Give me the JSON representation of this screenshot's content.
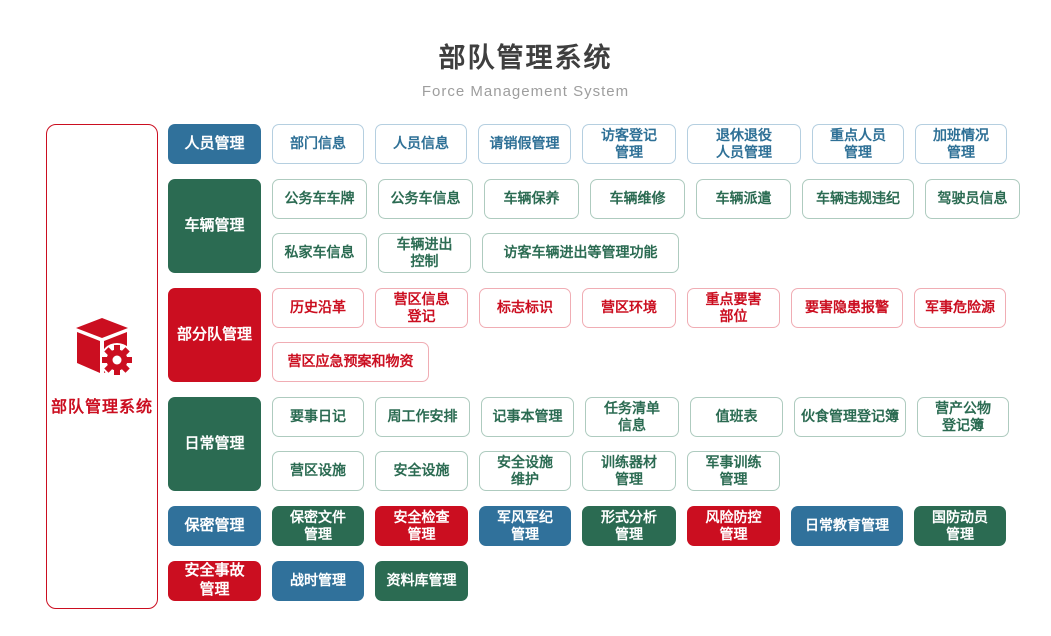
{
  "page": {
    "title": "部队管理系统",
    "subtitle": "Force Management System"
  },
  "colors": {
    "blue": "#30719B",
    "green": "#2B6B52",
    "red": "#CB0E20",
    "outline_blue_border": "#B5CFE0",
    "outline_green_border": "#AECBBF",
    "outline_red_border": "#F0ADB4",
    "title_text": "#3F3F3F",
    "subtitle_text": "#9E9E9E"
  },
  "system_panel": {
    "label": "部队管理系统",
    "icon": "cube-gear-icon"
  },
  "rows": [
    {
      "id": "personnel",
      "header": {
        "label": "人员管理",
        "color": "blue"
      },
      "style": "outline",
      "color": "blue",
      "items": [
        {
          "label": "部门信息",
          "w": 92
        },
        {
          "label": "人员信息",
          "w": 92
        },
        {
          "label": "请销假管理",
          "w": 93
        },
        {
          "label": "访客登记\n管理",
          "w": 94
        },
        {
          "label": "退休退役\n人员管理",
          "w": 114
        },
        {
          "label": "重点人员\n管理",
          "w": 92
        },
        {
          "label": "加班情况\n管理",
          "w": 92
        }
      ]
    },
    {
      "id": "vehicle",
      "header": {
        "label": "车辆管理",
        "color": "green"
      },
      "style": "outline",
      "color": "green",
      "items": [
        {
          "label": "公务车车牌",
          "w": 95
        },
        {
          "label": "公务车信息",
          "w": 95
        },
        {
          "label": "车辆保养",
          "w": 95
        },
        {
          "label": "车辆维修",
          "w": 95
        },
        {
          "label": "车辆派遣",
          "w": 95
        },
        {
          "label": "车辆违规违纪",
          "w": 112
        },
        {
          "label": "驾驶员信息",
          "w": 95
        },
        {
          "label": "私家车信息",
          "w": 95
        },
        {
          "label": "车辆进出\n控制",
          "w": 93
        },
        {
          "label": "访客车辆进出等管理功能",
          "w": 197
        }
      ]
    },
    {
      "id": "subunit",
      "header": {
        "label": "部分队管理",
        "color": "red"
      },
      "style": "outline",
      "color": "red",
      "items": [
        {
          "label": "历史沿革",
          "w": 92
        },
        {
          "label": "营区信息\n登记",
          "w": 93
        },
        {
          "label": "标志标识",
          "w": 92
        },
        {
          "label": "营区环境",
          "w": 94
        },
        {
          "label": "重点要害\n部位",
          "w": 93
        },
        {
          "label": "要害隐患报警",
          "w": 112
        },
        {
          "label": "军事危险源",
          "w": 92
        },
        {
          "label": "营区应急预案和物资",
          "w": 157
        }
      ]
    },
    {
      "id": "daily",
      "header": {
        "label": "日常管理",
        "color": "green"
      },
      "style": "outline",
      "color": "green",
      "items": [
        {
          "label": "要事日记",
          "w": 92
        },
        {
          "label": "周工作安排",
          "w": 95
        },
        {
          "label": "记事本管理",
          "w": 93
        },
        {
          "label": "任务清单\n信息",
          "w": 94
        },
        {
          "label": "值班表",
          "w": 93
        },
        {
          "label": "伙食管理登记簿",
          "w": 112
        },
        {
          "label": "营产公物\n登记簿",
          "w": 92
        },
        {
          "label": "营区设施",
          "w": 92
        },
        {
          "label": "安全设施",
          "w": 93
        },
        {
          "label": "安全设施\n维护",
          "w": 92
        },
        {
          "label": "训练器材\n管理",
          "w": 94
        },
        {
          "label": "军事训练\n管理",
          "w": 93
        }
      ]
    },
    {
      "id": "secrecy",
      "header": {
        "label": "保密管理",
        "color": "blue"
      },
      "style": "solid",
      "items": [
        {
          "label": "保密文件\n管理",
          "color": "green",
          "w": 92
        },
        {
          "label": "安全检查\n管理",
          "color": "red",
          "w": 93
        },
        {
          "label": "军风军纪\n管理",
          "color": "blue",
          "w": 92
        },
        {
          "label": "形式分析\n管理",
          "color": "green",
          "w": 94
        },
        {
          "label": "风险防控\n管理",
          "color": "red",
          "w": 93
        },
        {
          "label": "日常教育管理",
          "color": "blue",
          "w": 112
        },
        {
          "label": "国防动员\n管理",
          "color": "green",
          "w": 92
        }
      ]
    },
    {
      "id": "misc",
      "header": {
        "label": "安全事故\n管理",
        "color": "red"
      },
      "style": "solid",
      "items": [
        {
          "label": "战时管理",
          "color": "blue",
          "w": 92
        },
        {
          "label": "资料库管理",
          "color": "green",
          "w": 93
        }
      ]
    }
  ]
}
